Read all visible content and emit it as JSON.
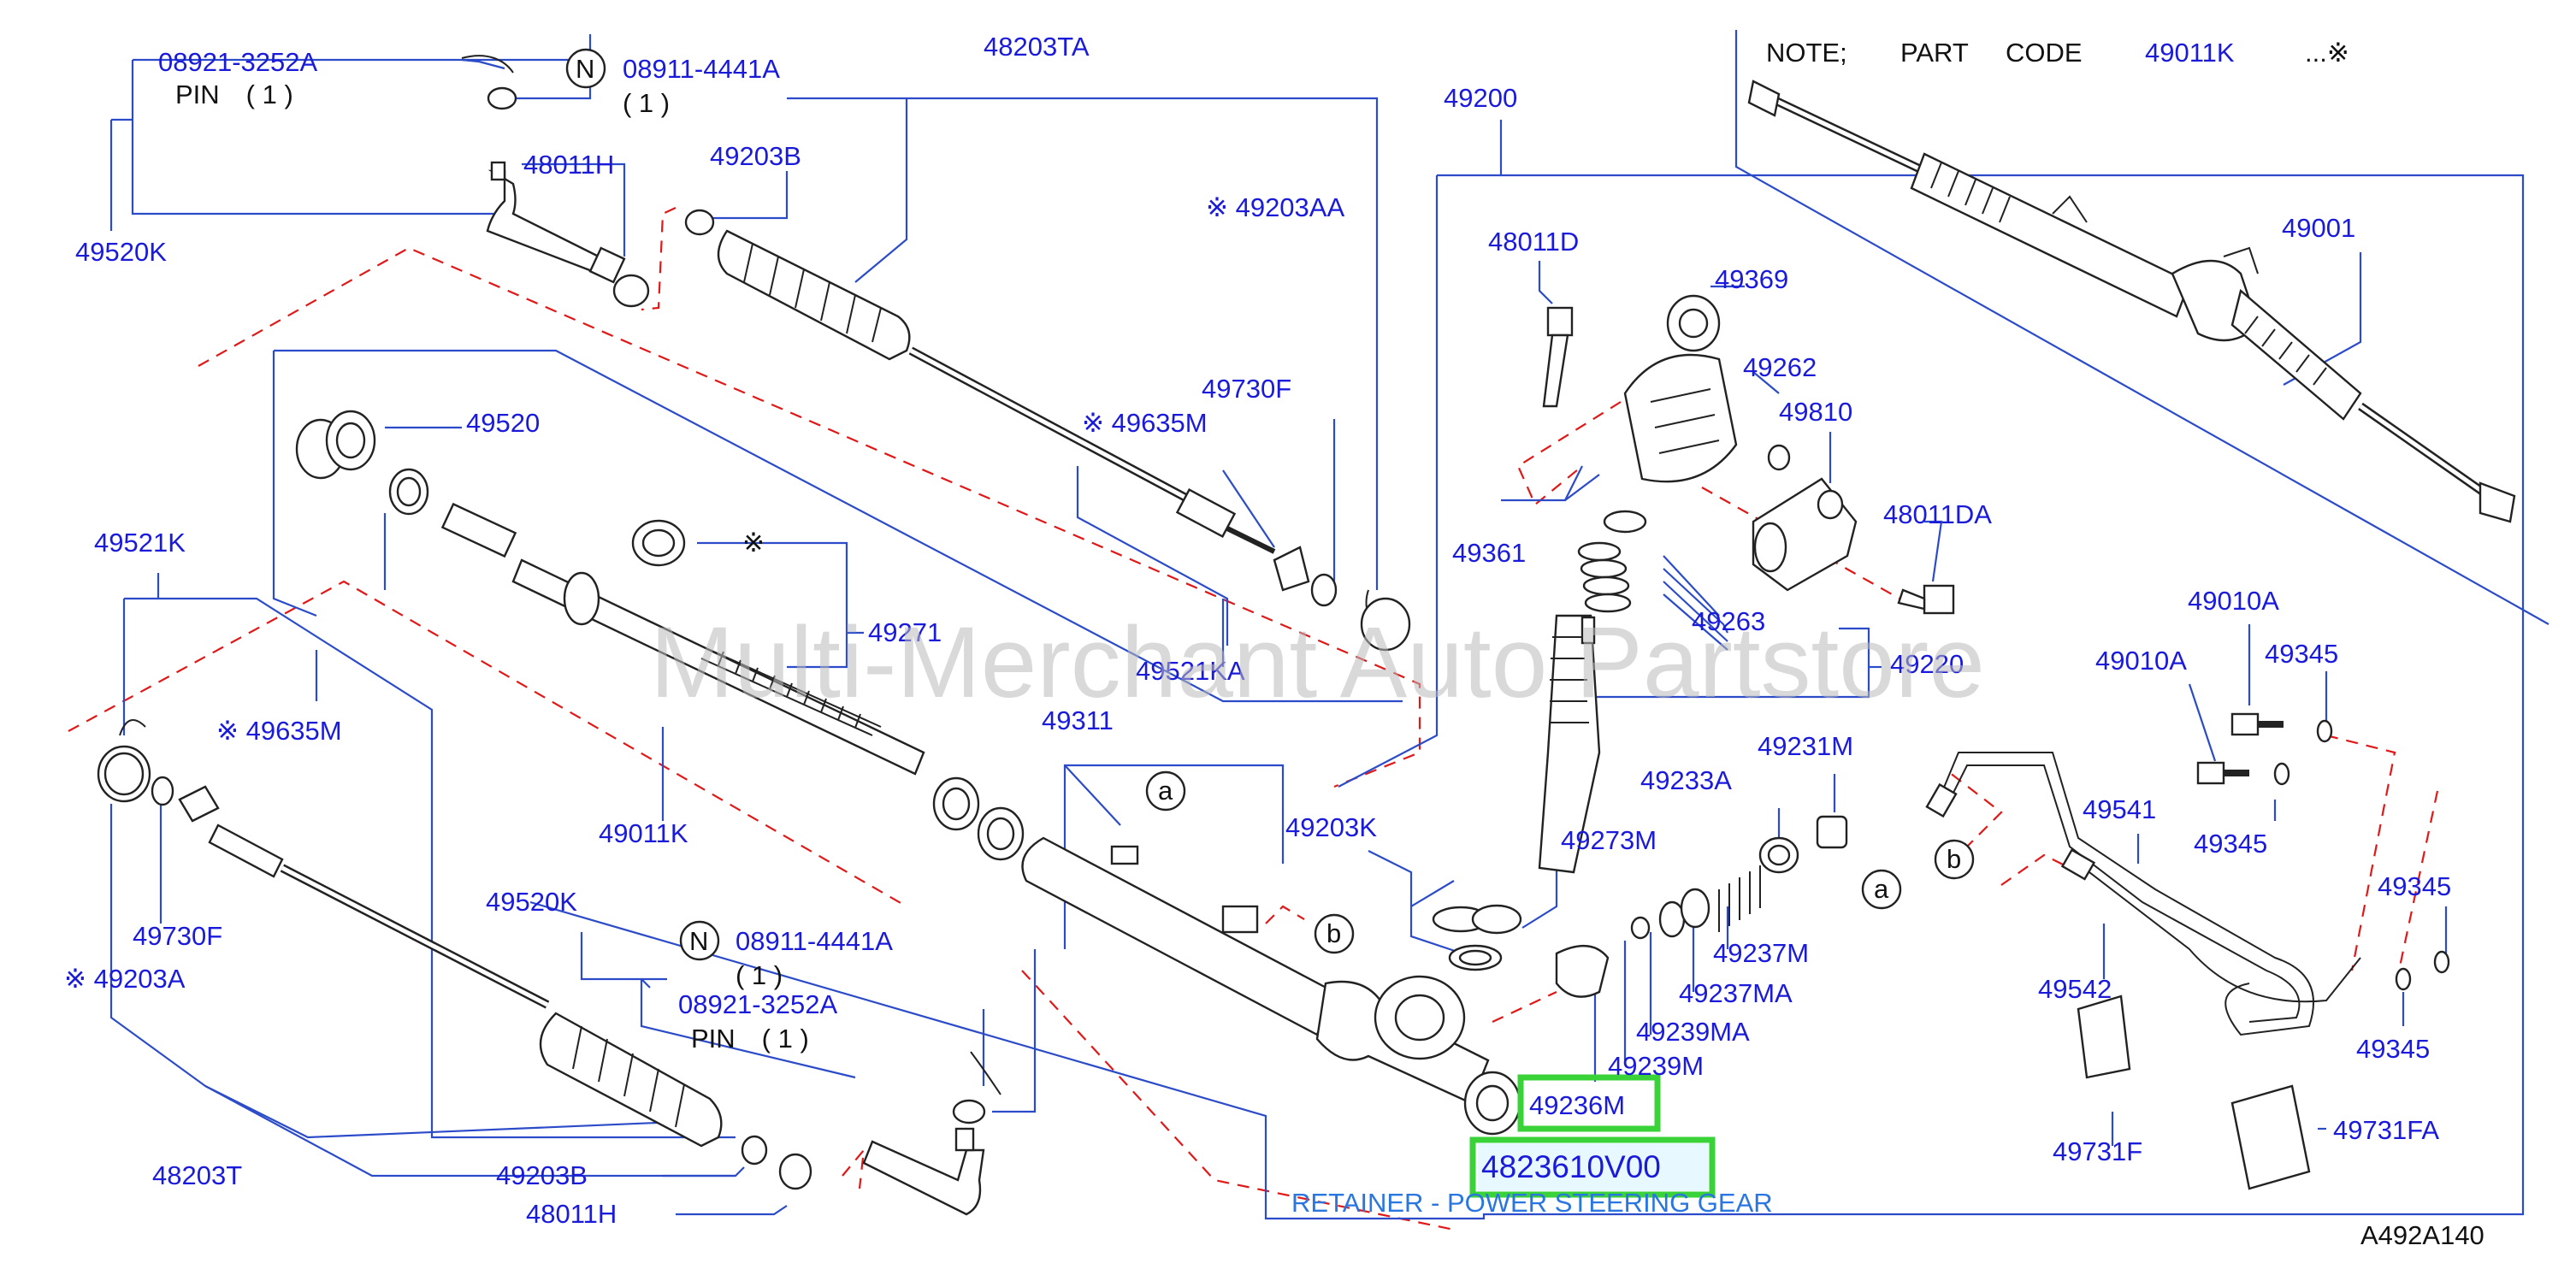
{
  "note": {
    "prefix": "NOTE;",
    "part_code": "PART",
    "code": "CODE",
    "code_value": "49011K",
    "suffix": "...※"
  },
  "watermark": "Multi-Merchant Auto Partstore",
  "diagram_code": "A492A140",
  "footer_label": "RETAINER - POWER STEERING GEAR",
  "highlight_color": "#39d339",
  "label_color": "#1a1adb",
  "guide_line_color": "#2b4bc8",
  "dash_line_color": "#e01818",
  "labels": {
    "l_08921_top": "08921-3252A",
    "l_pin_top": "PIN　( 1 )",
    "l_n_top": "N",
    "l_08911_top": "08911-4441A",
    "l_qty_top": "( 1 )",
    "l_49520K_top": "49520K",
    "l_48011H_top": "48011H",
    "l_49203B_top": "49203B",
    "l_48203TA": "48203TA",
    "l_49203AA": "※ 49203AA",
    "l_49730F_top": "49730F",
    "l_49635M_top": "※ 49635M",
    "l_49520": "49520",
    "l_49521K": "49521K",
    "l_49271": "49271",
    "l_star_49271": "※",
    "l_49521KA": "49521KA",
    "l_49011K": "49011K",
    "l_49635M_left": "※ 49635M",
    "l_49730F_left": "49730F",
    "l_49203A": "※ 49203A",
    "l_48203T": "48203T",
    "l_49520K_mid": "49520K",
    "l_n_bot": "N",
    "l_08911_bot": "08911-4441A",
    "l_qty_bot": "( 1 )",
    "l_08921_bot": "08921-3252A",
    "l_pin_bot": "PIN　( 1 )",
    "l_49203B_bot": "49203B",
    "l_48011H_bot": "48011H",
    "l_49200": "49200",
    "l_48011D": "48011D",
    "l_49369": "49369",
    "l_49262": "49262",
    "l_49810": "49810",
    "l_48011DA": "48011DA",
    "l_49361": "49361",
    "l_49263": "49263",
    "l_49220": "49220",
    "l_49311": "49311",
    "l_a1": "a",
    "l_b1": "b",
    "l_49203K": "49203K",
    "l_49273M": "49273M",
    "l_49233A": "49233A",
    "l_49231M": "49231M",
    "l_49237M": "49237M",
    "l_49237MA": "49237MA",
    "l_49239MA": "49239MA",
    "l_49239M": "49239M",
    "l_49236M": "49236M",
    "l_4823610V00": "4823610V00",
    "l_49001": "49001",
    "l_49010A_1": "49010A",
    "l_49010A_2": "49010A",
    "l_49345_1": "49345",
    "l_49345_2": "49345",
    "l_49345_3": "49345",
    "l_49345_4": "49345",
    "l_49541": "49541",
    "l_49542": "49542",
    "l_a2": "a",
    "l_b2": "b",
    "l_49731F": "49731F",
    "l_49731FA": "49731FA"
  }
}
